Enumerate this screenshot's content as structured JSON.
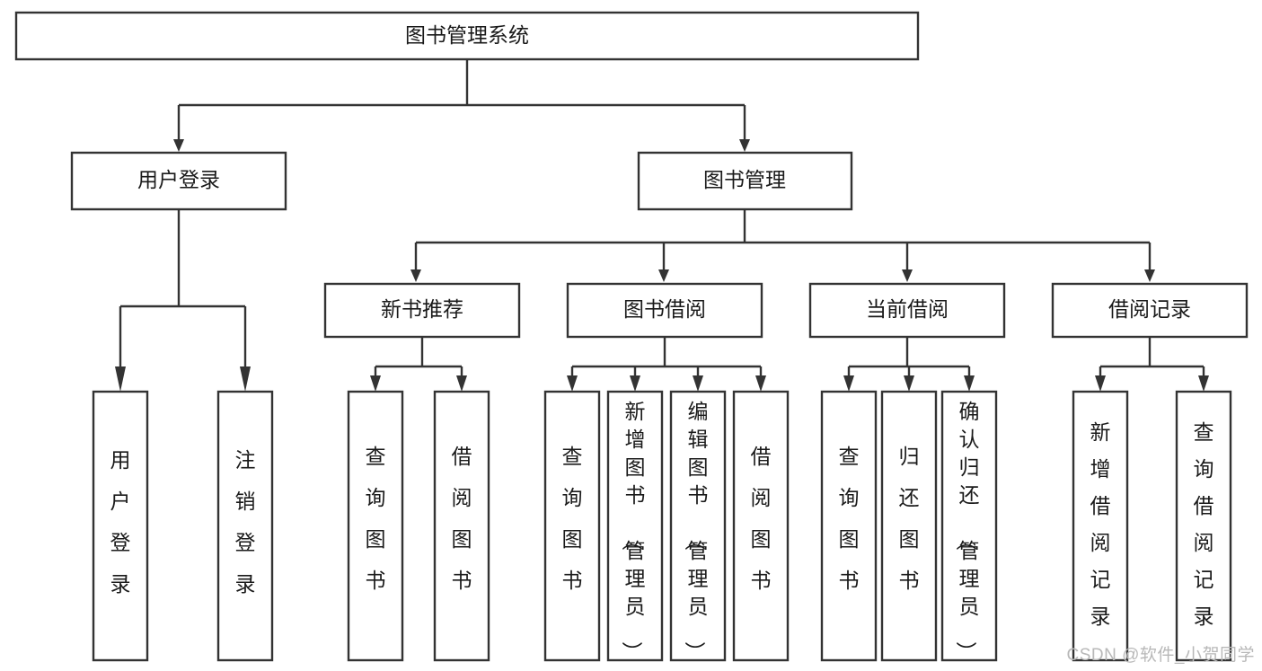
{
  "diagram": {
    "type": "hierarchy-tree",
    "title": "图书管理系统",
    "orientation": "top-down",
    "watermark": "CSDN @软件_小贺同学",
    "colors": {
      "stroke": "#333333",
      "fill": "#ffffff",
      "text": "#1a1a1a",
      "watermark": "#b8b8b8",
      "background": "#ffffff"
    },
    "levels": [
      {
        "level": 1,
        "nodes": [
          {
            "id": "root",
            "label": "图书管理系统",
            "orientation": "horizontal"
          }
        ]
      },
      {
        "level": 2,
        "nodes": [
          {
            "id": "login",
            "label": "用户登录",
            "orientation": "horizontal",
            "parent": "root"
          },
          {
            "id": "bookmgmt",
            "label": "图书管理",
            "orientation": "horizontal",
            "parent": "root"
          }
        ]
      },
      {
        "level": 3,
        "nodes": [
          {
            "id": "newbook",
            "label": "新书推荐",
            "orientation": "horizontal",
            "parent": "bookmgmt"
          },
          {
            "id": "borrow",
            "label": "图书借阅",
            "orientation": "horizontal",
            "parent": "bookmgmt"
          },
          {
            "id": "current",
            "label": "当前借阅",
            "orientation": "horizontal",
            "parent": "bookmgmt"
          },
          {
            "id": "record",
            "label": "借阅记录",
            "orientation": "horizontal",
            "parent": "bookmgmt"
          }
        ]
      },
      {
        "level": 4,
        "nodes": [
          {
            "id": "leaf-1",
            "label": "用户登录",
            "orientation": "vertical",
            "parent": "login",
            "align": "bottom"
          },
          {
            "id": "leaf-2",
            "label": "注销登录",
            "orientation": "vertical",
            "parent": "login",
            "align": "bottom"
          },
          {
            "id": "leaf-3",
            "label": "查询图书",
            "orientation": "vertical",
            "parent": "newbook",
            "align": "middle"
          },
          {
            "id": "leaf-4",
            "label": "借阅图书",
            "orientation": "vertical",
            "parent": "newbook",
            "align": "middle"
          },
          {
            "id": "leaf-5",
            "label": "查询图书",
            "orientation": "vertical",
            "parent": "borrow",
            "align": "middle"
          },
          {
            "id": "leaf-6",
            "label": "新增图书（管理员）",
            "orientation": "vertical",
            "parent": "borrow",
            "align": "top"
          },
          {
            "id": "leaf-7",
            "label": "编辑图书（管理员）",
            "orientation": "vertical",
            "parent": "borrow",
            "align": "top"
          },
          {
            "id": "leaf-8",
            "label": "借阅图书",
            "orientation": "vertical",
            "parent": "borrow",
            "align": "middle"
          },
          {
            "id": "leaf-9",
            "label": "查询图书",
            "orientation": "vertical",
            "parent": "current",
            "align": "middle"
          },
          {
            "id": "leaf-10",
            "label": "归还图书",
            "orientation": "vertical",
            "parent": "current",
            "align": "middle"
          },
          {
            "id": "leaf-11",
            "label": "确认归还（管理员）",
            "orientation": "vertical",
            "parent": "current",
            "align": "top"
          },
          {
            "id": "leaf-12",
            "label": "新增借阅记录",
            "orientation": "vertical",
            "parent": "record",
            "align": "middle"
          },
          {
            "id": "leaf-13",
            "label": "查询借阅记录",
            "orientation": "vertical",
            "parent": "record",
            "align": "middle"
          }
        ]
      }
    ]
  }
}
